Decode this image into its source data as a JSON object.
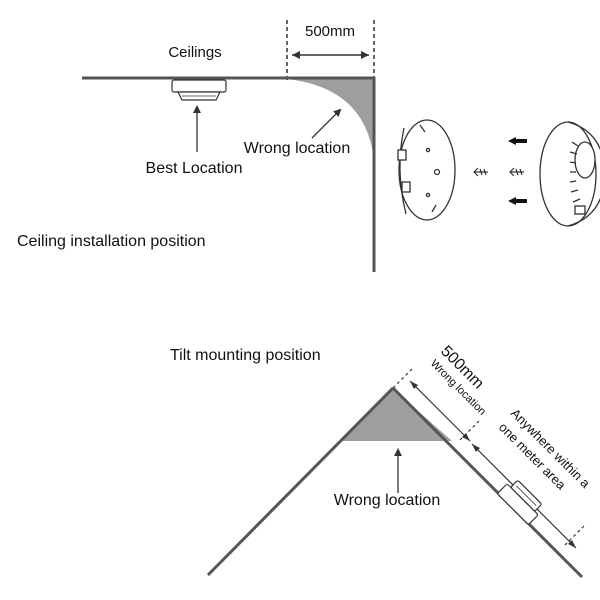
{
  "ceiling_section": {
    "title": "Ceilings",
    "dimension": "500mm",
    "wrong_location": "Wrong location",
    "best_location": "Best Location",
    "caption": "Ceiling installation position"
  },
  "tilt_section": {
    "title": "Tilt mounting position",
    "dimension": "500mm",
    "wrong_location_small": "Wrong location",
    "anywhere_line1": "Anywhere within a",
    "anywhere_line2": "one meter area",
    "wrong_location": "Wrong location"
  },
  "colors": {
    "wall": "#555555",
    "shade": "#9e9e9e",
    "line": "#333333"
  }
}
